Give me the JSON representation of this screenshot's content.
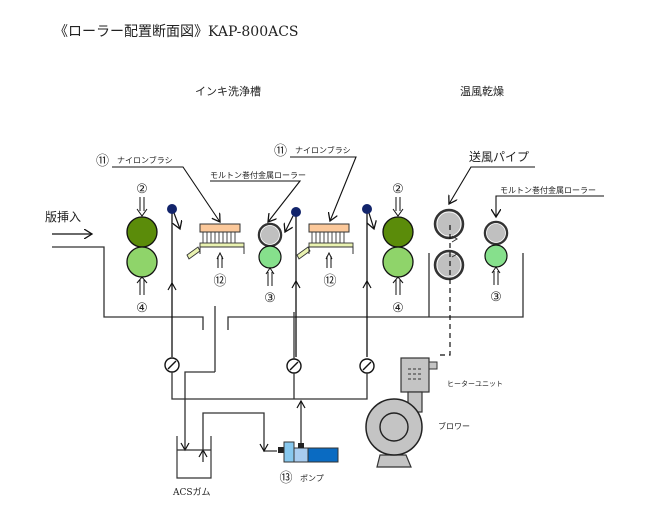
{
  "title": "《ローラー配置断面図》KAP-800ACS",
  "sections": {
    "ink_wash": "インキ洗浄槽",
    "warm_air_dry": "温風乾燥"
  },
  "labels": {
    "plate_insert": "版挿入",
    "nylon_brush_1": "ナイロンブラシ",
    "nylon_brush_2": "ナイロンブラシ",
    "molton_roller_1": "モルトン巻付金属ローラー",
    "molton_roller_2": "モルトン巻付金属ローラー",
    "air_pipe": "送風パイプ",
    "heater_unit": "ヒーターユニット",
    "blower": "ブロワー",
    "acs_gum": "ACSガム",
    "pump": "ポンプ"
  },
  "markers": {
    "m2a": "②",
    "m2b": "②",
    "m4a": "④",
    "m4b": "④",
    "m3a": "③",
    "m3b": "③",
    "m11a": "⑪",
    "m11b": "⑪",
    "m12a": "⑫",
    "m12b": "⑫",
    "m13": "⑬"
  },
  "colors": {
    "dark_green": "#5b8c0a",
    "light_green": "#8fd46a",
    "mint_green": "#86e08c",
    "gray_roller": "#c0c0c0",
    "brush_head": "#fbc89a",
    "brush_base": "#e9f2b0",
    "nozzle_blue": "#12246b",
    "pump_light": "#87c8ee",
    "pump_mid": "#a9cdf0",
    "pump_dark": "#0a6bc2",
    "blower_gray": "#c4c4c4"
  }
}
